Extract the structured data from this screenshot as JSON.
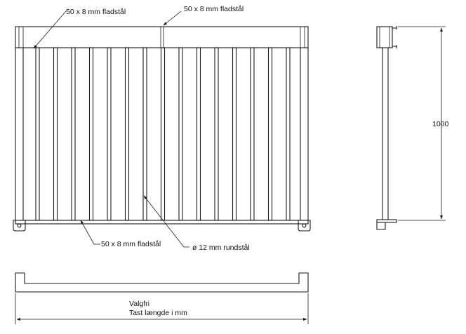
{
  "labels": {
    "top_left": "50 x 8 mm fladstål",
    "top_right": "50 x 8 mm fladstål",
    "bottom_flat": "50 x 8 mm fladstål",
    "round_bar": "ø 12 mm rundstål"
  },
  "dimensions": {
    "height": "1000",
    "length_line1": "Valgfri",
    "length_line2": "Tast længde i mm"
  }
}
